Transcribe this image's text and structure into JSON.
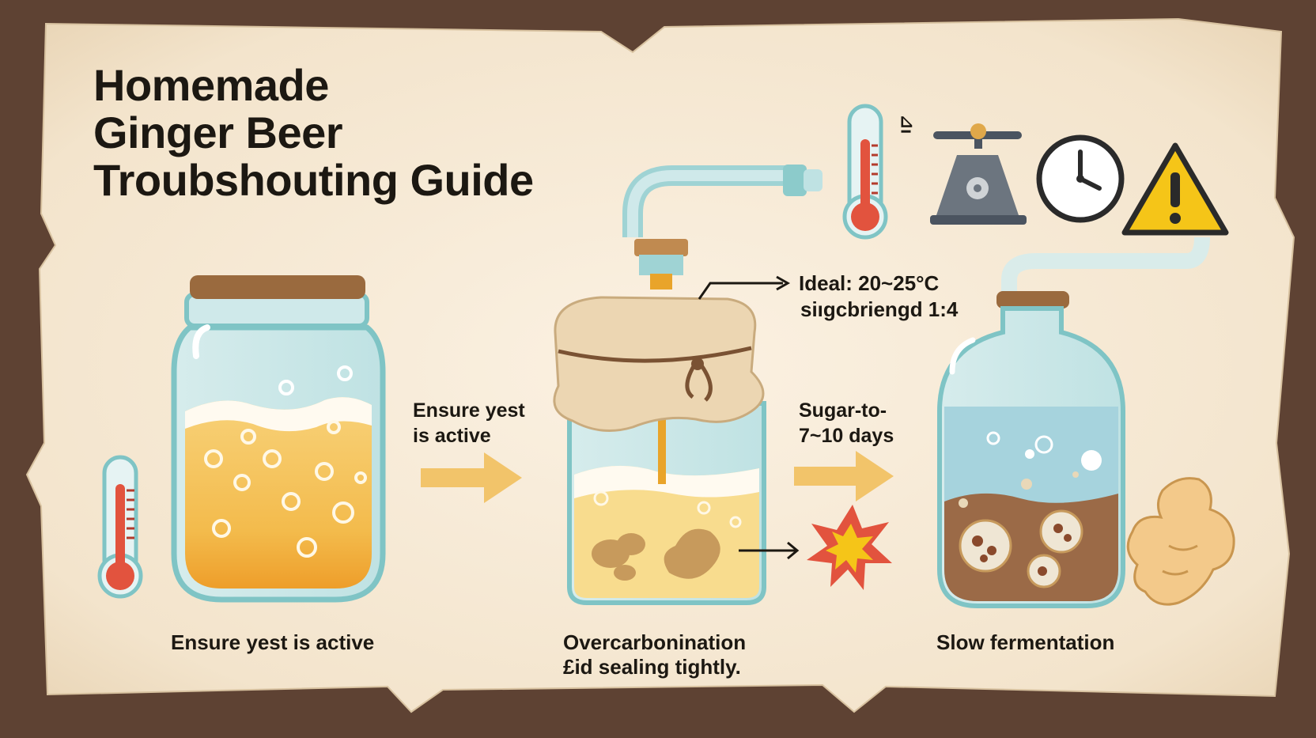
{
  "title": {
    "line1": "Homemade",
    "line2": "Ginger Beer",
    "line3": "Troubshouting Guide"
  },
  "notes": {
    "ideal_temp": "Ideal:  20~25°C",
    "ratio": "siıgcbriengd 1:4",
    "sugar_to": "Sugar-to-",
    "days": "7~10 days",
    "thermo_mark": "⊿ı"
  },
  "arrow_labels": {
    "ensure_line1": "Ensure yest",
    "ensure_line2": "is active"
  },
  "captions": {
    "jar1": "Ensure yest is active",
    "jar2_line1": "Overcarbonination",
    "jar2_line2": "£id sealing tightly.",
    "jar3": "Slow fermentation"
  },
  "icons": [
    "thermometer-icon",
    "scale-icon",
    "clock-icon",
    "warning-icon",
    "explosion-icon",
    "ginger-root-icon"
  ],
  "colors": {
    "frame": "#5e4233",
    "paper": "#f6ead8",
    "glass": "#cfe9ea",
    "glass_outline": "#7fc4c5",
    "beer": "#f4c25a",
    "lid": "#9a6a3e",
    "arrow": "#f2c46a",
    "warning": "#f5c518",
    "thermo_red": "#e2533e"
  }
}
